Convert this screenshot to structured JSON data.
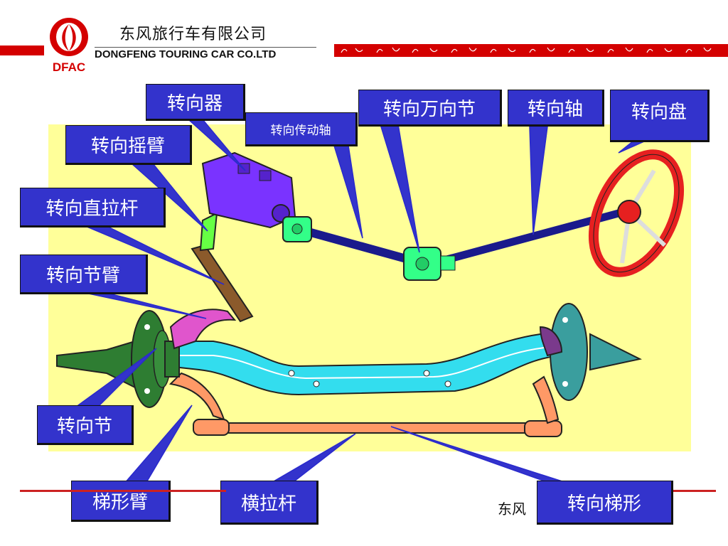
{
  "header": {
    "logo_text": "DFAC",
    "company_cn": "东风旅行车有限公司",
    "company_en": "DONGFENG TOURING CAR  CO.LTD"
  },
  "labels": {
    "steering_gear": "转向器",
    "steering_drive_shaft": "转向传动轴",
    "steering_universal_joint": "转向万向节",
    "steering_shaft": "转向轴",
    "steering_wheel": "转向盘",
    "pitman_arm": "转向摇臂",
    "drag_link": "转向直拉杆",
    "knuckle_arm": "转向节臂",
    "steering_knuckle": "转向节",
    "trapezoid_arm": "梯形臂",
    "tie_rod": "横拉杆",
    "steering_trapezoid": "转向梯形"
  },
  "footer": {
    "text": "东风"
  },
  "colors": {
    "label_bg": "#3333cc",
    "brand_red": "#d40000",
    "diagram_bg": "#ffff99",
    "axle": "#33ddee",
    "tie_rod": "#ff9966",
    "gear_box": "#7a33ff",
    "steering_wheel": "#e62020",
    "shaft": "#1a1a8c",
    "joint": "#33ff88",
    "pitman": "#8b5a2b",
    "knuckle_arm": "#e055cc",
    "knuckle_left": "#2e7d32",
    "knuckle_right": "#3a9e9e"
  }
}
